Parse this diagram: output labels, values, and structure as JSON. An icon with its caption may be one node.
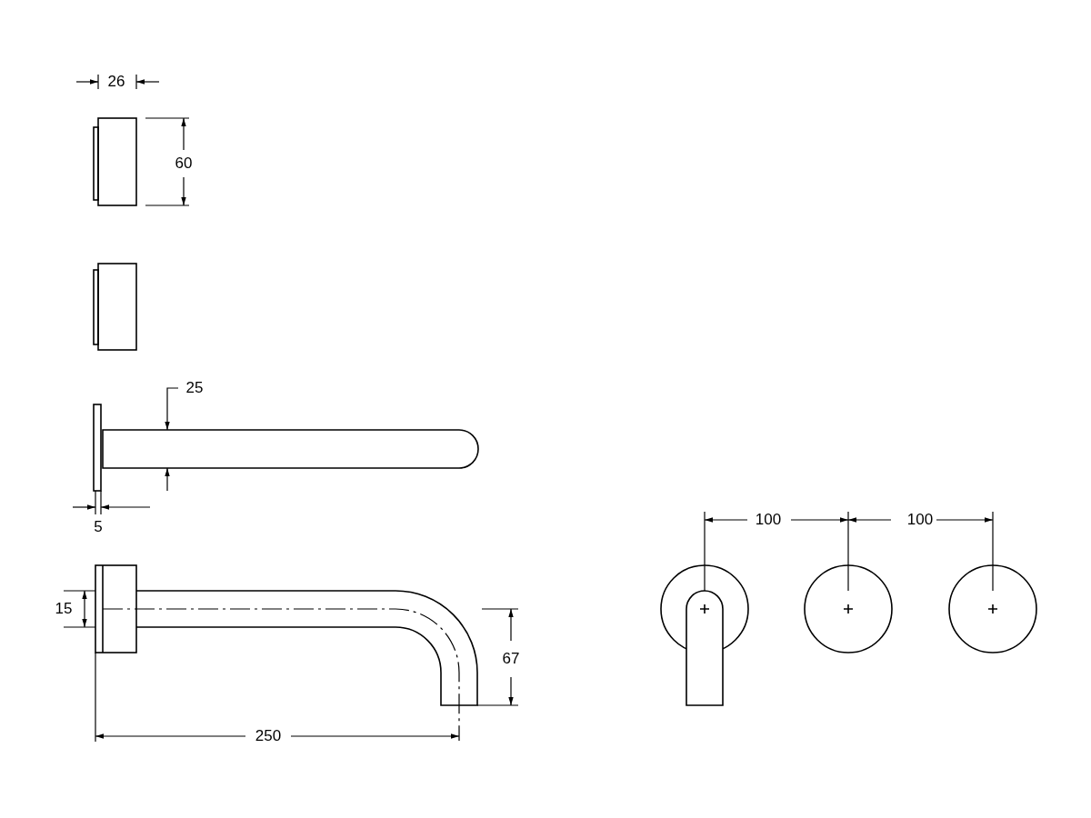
{
  "diagram": {
    "labels": [
      "26",
      "60",
      "25",
      "5",
      "100",
      "100",
      "15",
      "67",
      "250"
    ]
  }
}
